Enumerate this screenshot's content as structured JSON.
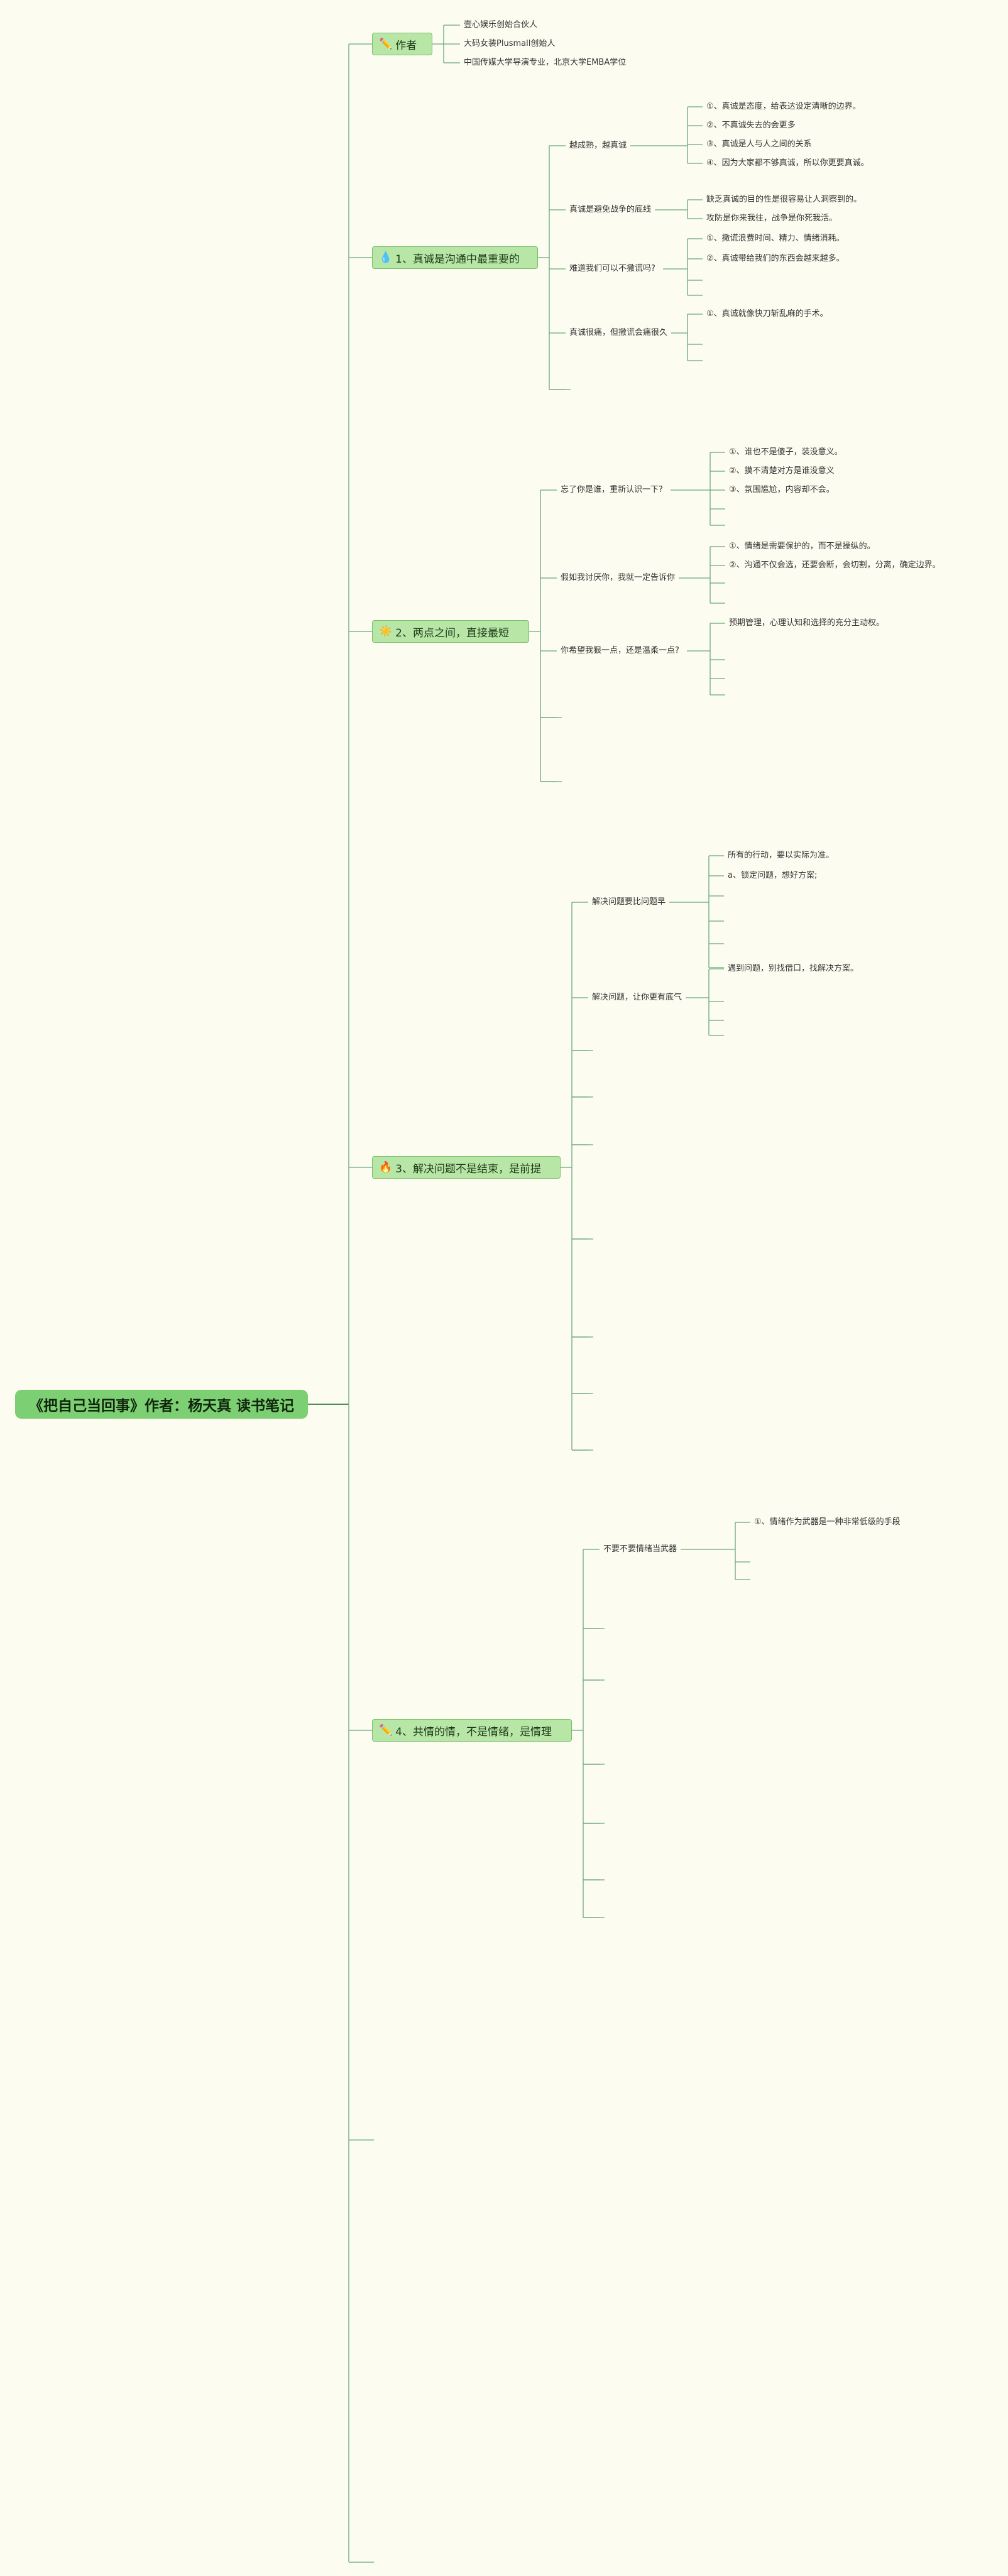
{
  "root": {
    "title": "《把自己当回事》作者：杨天真 读书笔记"
  },
  "branches": [
    {
      "icon": "pencil-tools-icon",
      "glyph": "✏️",
      "label": "作者",
      "items": [
        {
          "text": "壹心娱乐创始合伙人",
          "children": []
        },
        {
          "text": "大码女装Plusmall创始人",
          "children": []
        },
        {
          "text": "中国传媒大学导演专业，北京大学EMBA学位",
          "children": []
        }
      ]
    },
    {
      "icon": "water-drop-icon",
      "glyph": "💧",
      "label": "1、真诚是沟通中最重要的",
      "items": [
        {
          "text": "越成熟，越真诚",
          "children": [
            "①、真诚是态度，给表达设定清晰的边界。",
            "②、不真诚失去的会更多",
            "③、真诚是人与人之间的关系",
            "④、因为大家都不够真诚，所以你更要真诚。"
          ]
        },
        {
          "text": "真诚是避免战争的底线",
          "children": [
            "缺乏真诚的目的性是很容易让人洞察到的。",
            "攻防是你来我往，战争是你死我活。"
          ]
        },
        {
          "text": "难道我们可以不撒谎吗?",
          "children": [
            "①、撒谎浪费时间、精力、情绪消耗。",
            "②、真诚带给我们的东西会越来越多。",
            "",
            ""
          ]
        },
        {
          "text": "真诚很痛，但撒谎会痛很久",
          "children": [
            "①、真诚就像快刀斩乱麻的手术。",
            "",
            ""
          ]
        },
        {
          "text": "",
          "children": []
        }
      ]
    },
    {
      "icon": "sun-icon",
      "glyph": "☀️",
      "label": "2、两点之间，直接最短",
      "items": [
        {
          "text": "忘了你是谁，重新认识一下?",
          "children": [
            "①、谁也不是傻子，装没意义。",
            "②、摸不清楚对方是谁没意义",
            "③、氛围尴尬，内容却不会。",
            "",
            ""
          ]
        },
        {
          "text": "假如我讨厌你，我就一定告诉你",
          "children": [
            "①、情绪是需要保护的，而不是操纵的。",
            "②、沟通不仅会选，还要会断，会切割，分离，确定边界。",
            "",
            ""
          ]
        },
        {
          "text": "你希望我狠一点，还是温柔一点?",
          "children": [
            "预期管理，心理认知和选择的充分主动权。",
            "",
            "",
            ""
          ]
        },
        {
          "text": "",
          "children": []
        },
        {
          "text": "",
          "children": []
        }
      ]
    },
    {
      "icon": "flame-icon",
      "glyph": "🔥",
      "label": "3、解决问题不是结束，是前提",
      "items": [
        {
          "text": "解决问题要比问题早",
          "children": [
            "所有的行动，要以实际为准。",
            "a、锁定问题，想好方案;",
            "",
            "",
            "",
            ""
          ]
        },
        {
          "text": "解决问题，让你更有底气",
          "children": [
            "遇到问题，别找借口，找解决方案。",
            "",
            "",
            ""
          ]
        },
        {
          "text": "",
          "children": []
        },
        {
          "text": "",
          "children": []
        },
        {
          "text": "",
          "children": []
        },
        {
          "text": "",
          "children": []
        },
        {
          "text": "",
          "children": []
        },
        {
          "text": "",
          "children": []
        },
        {
          "text": "",
          "children": []
        }
      ]
    },
    {
      "icon": "pencil-tools-icon",
      "glyph": "✏️",
      "label": "4、共情的情，不是情绪，是情理",
      "items": [
        {
          "text": "不要不要情绪当武器",
          "children": [
            "①、情绪作为武器是一种非常低级的手段",
            "",
            ""
          ]
        },
        {
          "text": "",
          "children": []
        },
        {
          "text": "",
          "children": []
        },
        {
          "text": "",
          "children": []
        },
        {
          "text": "",
          "children": []
        },
        {
          "text": "",
          "children": []
        },
        {
          "text": "",
          "children": []
        }
      ]
    }
  ],
  "trailing_leaves": [
    "",
    ""
  ]
}
